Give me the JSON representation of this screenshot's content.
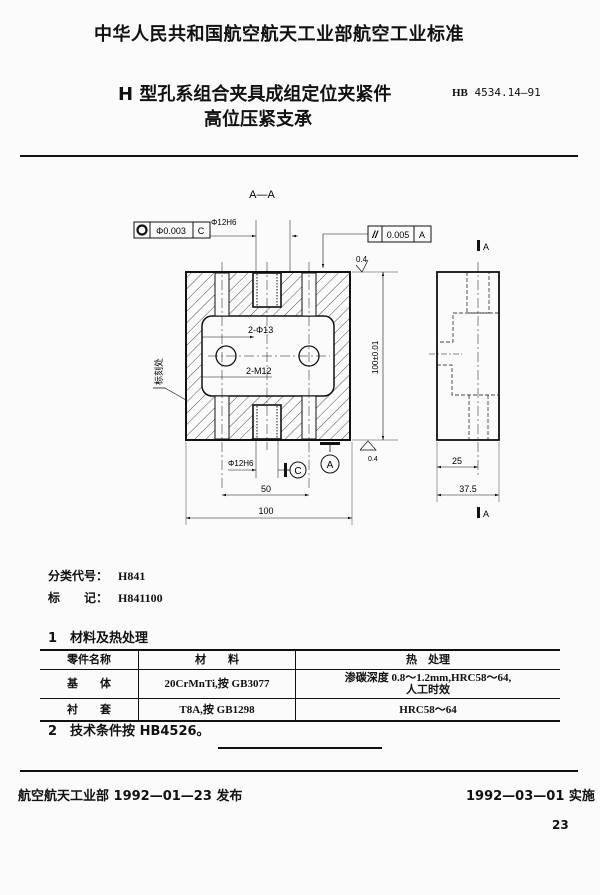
{
  "header": {
    "organization": "中华人民共和国航空航天工业部航空工业标准",
    "title_line1": "H 型孔系组合夹具成组定位夹紧件",
    "title_line2": "高位压紧支承",
    "standard_code_prefix": "HB",
    "standard_code_number": "4534.14—91"
  },
  "drawing": {
    "section_label": "A—A",
    "concentricity_frame": {
      "symbol": "◎",
      "tolerance": "Φ0.003",
      "datum": "C"
    },
    "bore_label_top": "Φ12H6",
    "parallelism_frame": {
      "symbol": "//",
      "tolerance": "0.005",
      "datum": "A"
    },
    "roughness_top": "0.4",
    "roughness_bottom": "0.4",
    "hole_label_1": "2-Φ13",
    "hole_label_2": "2-M12",
    "marking_label": "标刻处",
    "height_dim": "100±0.01",
    "bore_label_bottom": "Φ12H6",
    "datum_c": "C",
    "datum_a": "A",
    "dim_50": "50",
    "dim_100": "100",
    "side_view": {
      "cut_label_top": "A",
      "cut_label_bottom": "A",
      "dim_25": "25",
      "dim_37_5": "37.5"
    }
  },
  "meta": {
    "class_code_label": "分类代号：",
    "class_code_value": "H841",
    "mark_label": "标　　记：",
    "mark_value": "H841100"
  },
  "section1": {
    "heading": "1　材料及热处理",
    "table": {
      "headers": [
        "零件名称",
        "材　　料",
        "热　处理"
      ],
      "rows": [
        {
          "part": "基　　体",
          "material": "20CrMnTi,按 GB3077",
          "heat_line1": "渗碳深度 0.8～1.2mm,HRC58～64,",
          "heat_line2": "人工时效"
        },
        {
          "part": "衬　　套",
          "material": "T8A,按 GB1298",
          "heat_line1": "HRC58～64",
          "heat_line2": ""
        }
      ]
    }
  },
  "section2": {
    "text": "2　技术条件按 HB4526。"
  },
  "footer": {
    "issued": "航空航天工业部 1992—01—23 发布",
    "effective": "1992—03—01 实施",
    "page_number": "23"
  }
}
